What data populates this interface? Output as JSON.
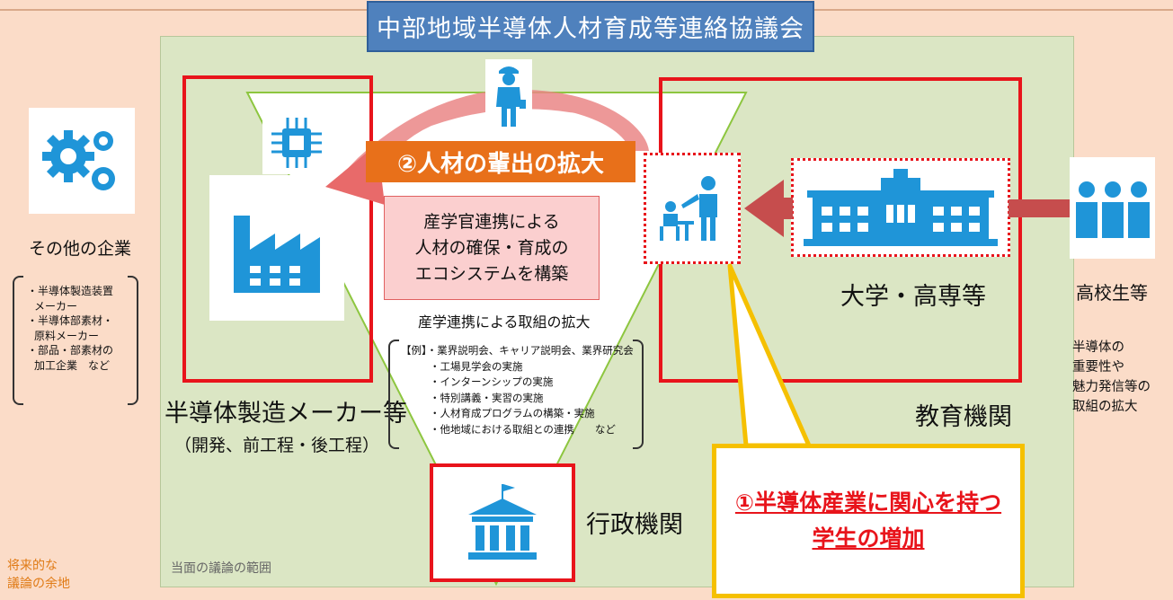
{
  "title": "中部地域半導体人材育成等連絡協議会",
  "left_group": {
    "label": "その他の企業",
    "items": [
      "・半導体製造装置",
      "メーカー",
      "・半導体部素材・",
      "原料メーカー",
      "・部品・部素材の",
      "加工企業　など"
    ]
  },
  "future_note": [
    "将来的な",
    "議論の余地"
  ],
  "current_scope": "当面の議論の範囲",
  "manufacturer": {
    "label": "半導体製造メーカー等",
    "sub": "（開発、前工程・後工程）"
  },
  "outflow_label": "②人材の輩出の拡大",
  "ecosystem": [
    "産学官連携による",
    "人材の確保・育成の",
    "エコシステムを構築"
  ],
  "collab": {
    "heading": "産学連携による取組の拡大",
    "items": [
      "【例】・業界説明会、キャリア説明会、業界研究会",
      "・工場見学会の実施",
      "・インターンシップの実施",
      "・特別講義・実習の実施",
      "・人材育成プログラムの構築・実施",
      "・他地域における取組との連携　　など"
    ]
  },
  "university": {
    "label": "大学・高専等"
  },
  "education": {
    "label": "教育機関"
  },
  "government": {
    "label": "行政機関"
  },
  "highschool": {
    "label": "高校生等",
    "notes": [
      "半導体の",
      "重要性や",
      "魅力発信等の",
      "取組の拡大"
    ]
  },
  "student_callout": [
    "①半導体産業に関心を持つ",
    "学生の増加"
  ],
  "colors": {
    "accent": "#e8141b",
    "title_bg": "#4f81bd",
    "icon_blue": "#1f95d8",
    "arrow_orange": "#e8701a",
    "callout_border": "#f5c000"
  }
}
